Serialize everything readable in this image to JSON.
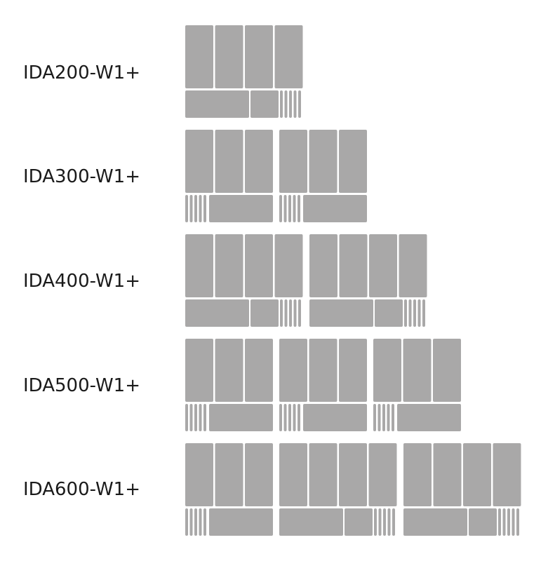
{
  "module_color": "#a9a8a8",
  "background_color": "#ffffff",
  "rows": [
    {
      "label": "IDA200-W1+",
      "units": [
        "A"
      ]
    },
    {
      "label": "IDA300-W1+",
      "units": [
        "B",
        "B"
      ]
    },
    {
      "label": "IDA400-W1+",
      "units": [
        "A",
        "A"
      ]
    },
    {
      "label": "IDA500-W1+",
      "units": [
        "B",
        "B",
        "B"
      ]
    },
    {
      "label": "IDA600-W1+",
      "units": [
        "B",
        "A",
        "A"
      ]
    }
  ]
}
